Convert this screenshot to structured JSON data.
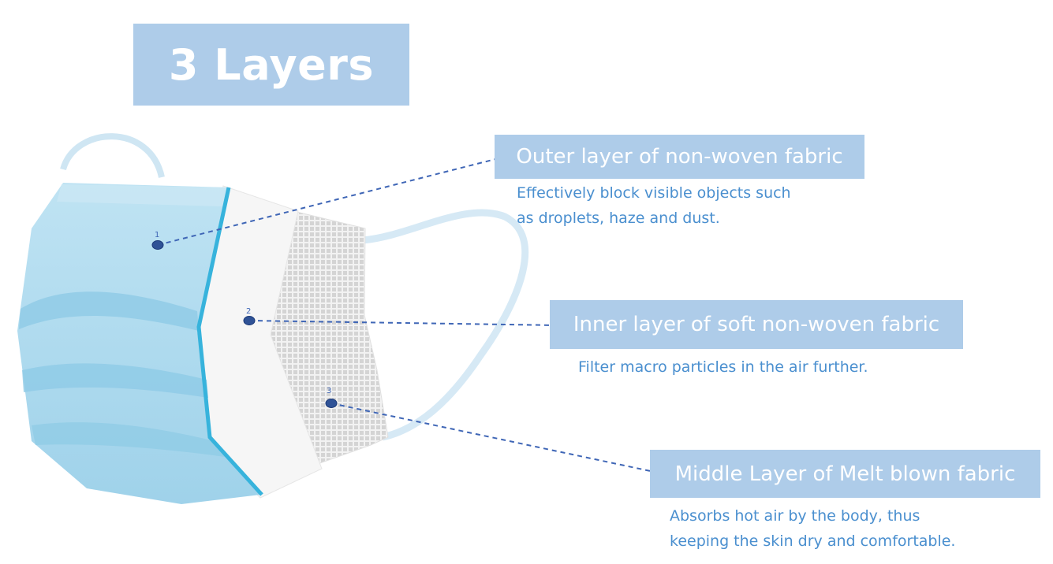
{
  "title": "3 Layers",
  "colors": {
    "label_bg": "#aecce9",
    "desc_text": "#4a8fcf",
    "leader_line": "#3f66b6",
    "marker": "#2f5296",
    "mask_blue": "#a9d8ec",
    "mask_edge": "#37b3dc"
  },
  "layers": [
    {
      "number": "1",
      "label": "Outer layer of non-woven fabric",
      "description": [
        "Effectively block visible objects such",
        "as droplets, haze and dust."
      ]
    },
    {
      "number": "2",
      "label": "Inner layer of soft non-woven fabric",
      "description": [
        "Filter macro particles in the air further."
      ]
    },
    {
      "number": "3",
      "label": "Middle Layer of Melt blown fabric",
      "description": [
        "Absorbs hot air by the body, thus",
        "keeping the skin dry and comfortable."
      ]
    }
  ]
}
